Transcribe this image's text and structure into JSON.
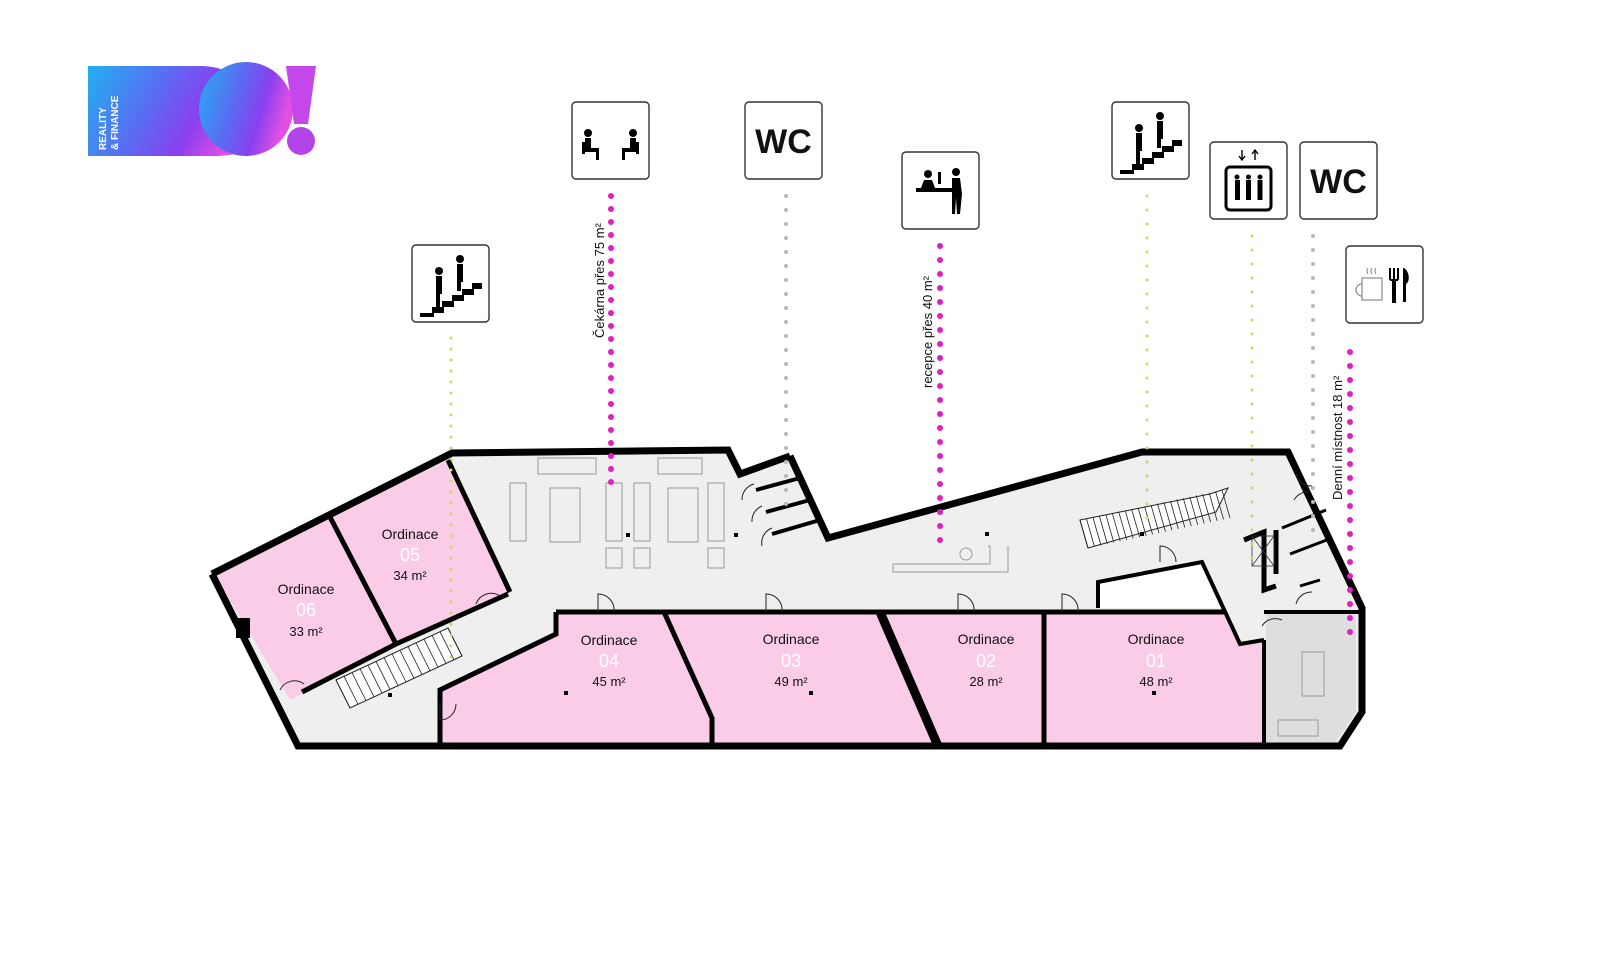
{
  "logo": {
    "brand": "BO!",
    "tagline_line1": "REALITY",
    "tagline_line2": "& FINANCE",
    "colors": {
      "blue": "#2ea8f2",
      "purple": "#8a3ff0",
      "pink": "#e04fe6"
    }
  },
  "colors": {
    "room_fill": "#fbcce8",
    "corridor_fill": "#efefef",
    "staff_room_fill": "#dedede",
    "wall": "#000000",
    "leader_magenta": "#e020c0",
    "leader_lime": "#c8dc60",
    "leader_gray": "#b8b8b8"
  },
  "signs": [
    {
      "id": "stairs-left",
      "icon": "stairs-icon",
      "label": "Schodiště"
    },
    {
      "id": "waiting",
      "icon": "waiting-room-icon",
      "label": "Čekárna"
    },
    {
      "id": "wc-1",
      "icon": "wc-icon",
      "text": "WC"
    },
    {
      "id": "reception",
      "icon": "reception-icon",
      "label": "Recepce"
    },
    {
      "id": "stairs-right",
      "icon": "stairs-icon",
      "label": "Schodiště"
    },
    {
      "id": "elevator",
      "icon": "elevator-icon",
      "label": "Výtah"
    },
    {
      "id": "wc-2",
      "icon": "wc-icon",
      "text": "WC"
    },
    {
      "id": "staff-room",
      "icon": "coffee-cutlery-icon",
      "label": "Denní místnost"
    }
  ],
  "leaders": [
    {
      "label": "Čekárna přes 75 m²"
    },
    {
      "label": "recepce přes 40 m²"
    },
    {
      "label": "Denní místnost 18 m²"
    }
  ],
  "rooms": [
    {
      "name": "Ordinace",
      "number": "06",
      "area": "33 m²"
    },
    {
      "name": "Ordinace",
      "number": "05",
      "area": "34 m²"
    },
    {
      "name": "Ordinace",
      "number": "04",
      "area": "45 m²"
    },
    {
      "name": "Ordinace",
      "number": "03",
      "area": "49 m²"
    },
    {
      "name": "Ordinace",
      "number": "02",
      "area": "28 m²"
    },
    {
      "name": "Ordinace",
      "number": "01",
      "area": "48 m²"
    }
  ]
}
